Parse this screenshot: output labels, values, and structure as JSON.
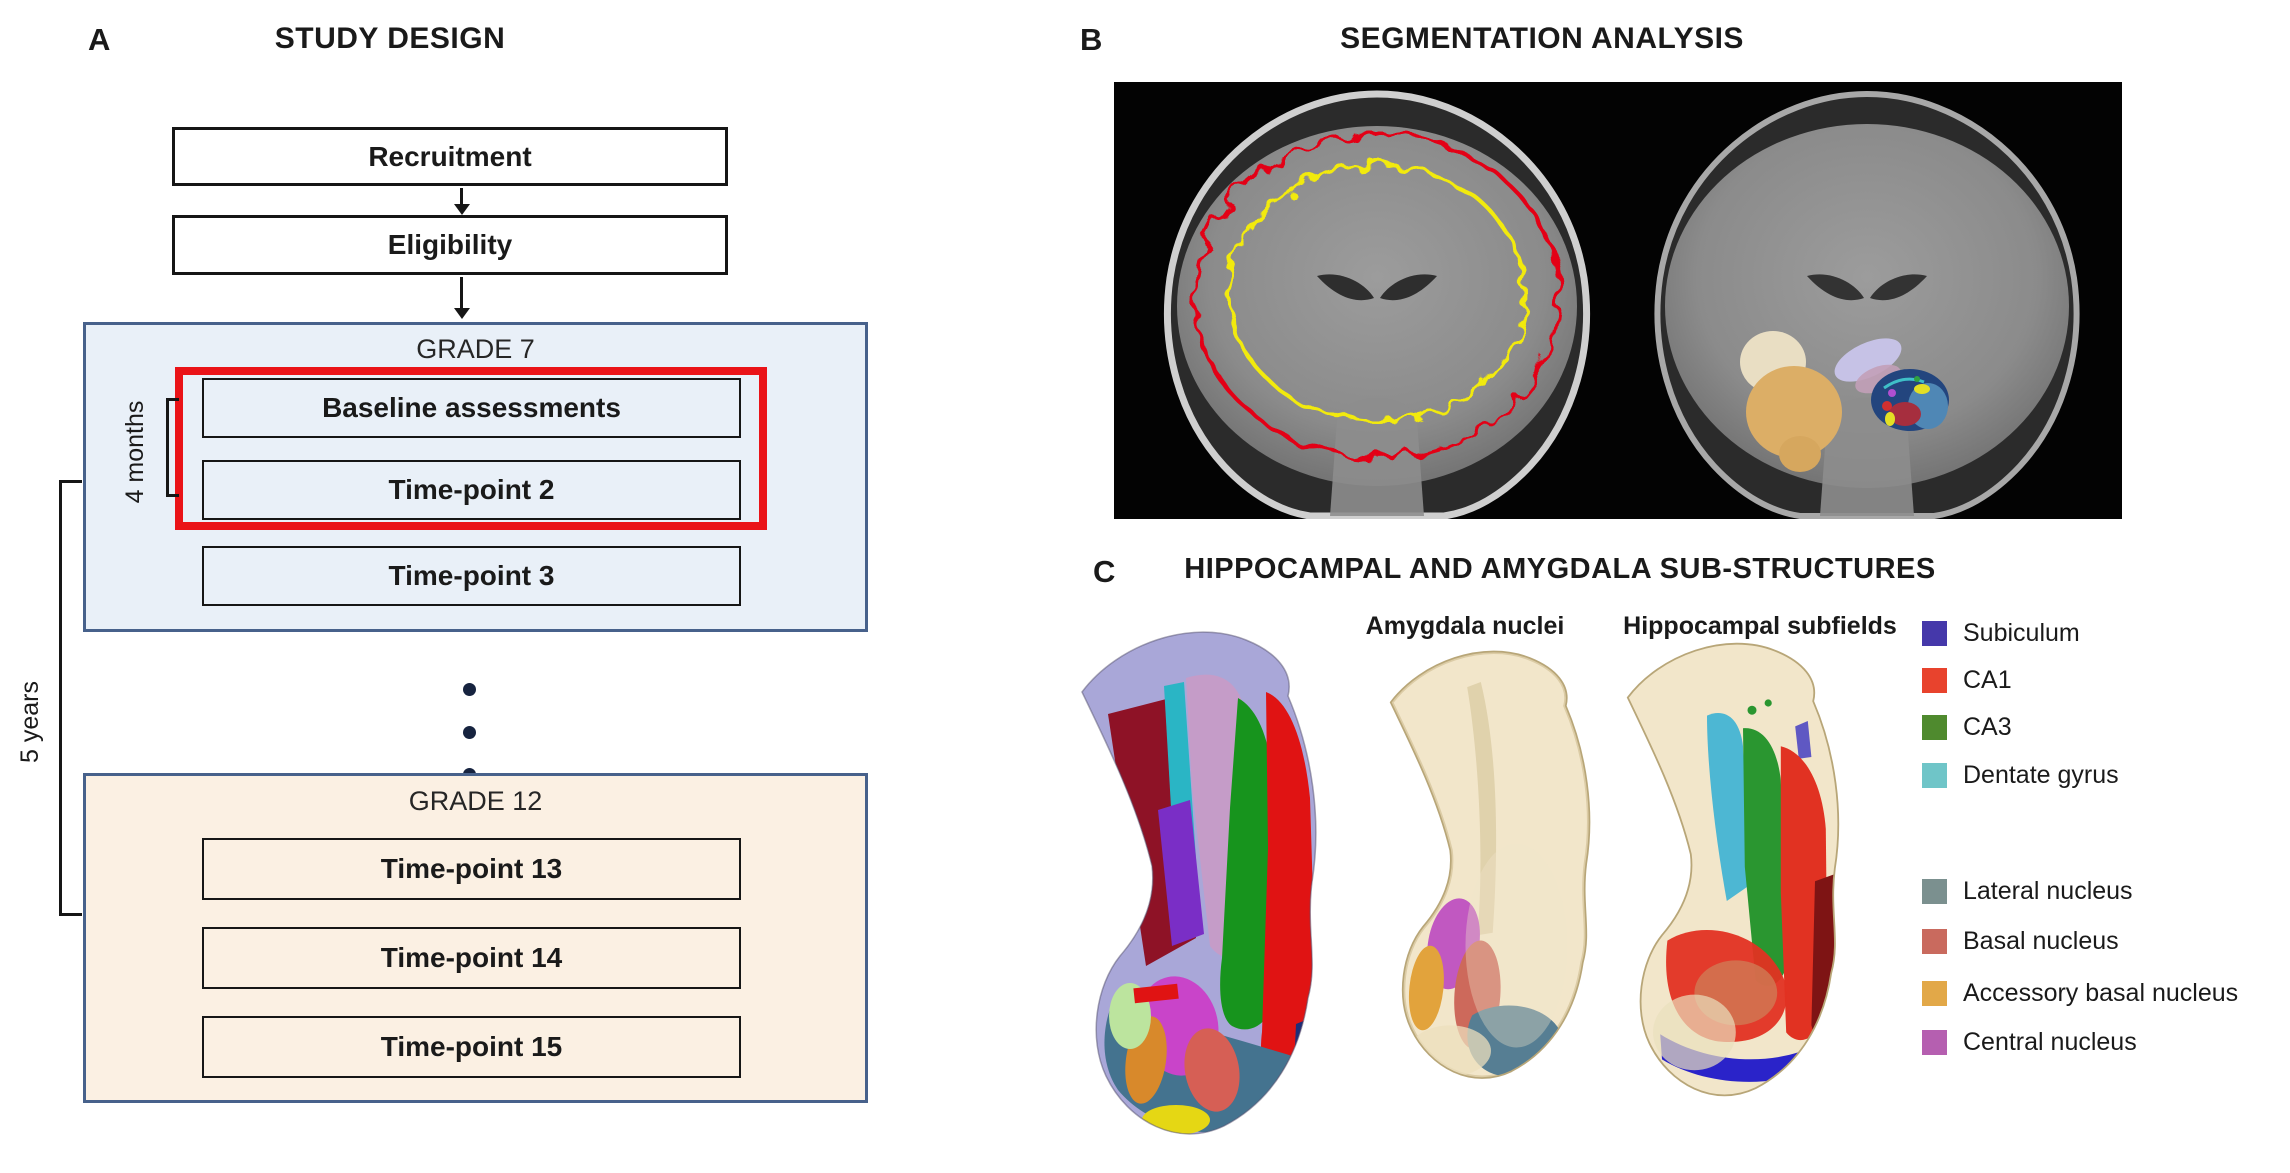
{
  "panel_a": {
    "letter": "A",
    "title": "STUDY DESIGN",
    "recruitment": "Recruitment",
    "eligibility": "Eligibility",
    "grade7": {
      "title": "GRADE 7",
      "items": [
        "Baseline assessments",
        "Time-point 2",
        "Time-point 3"
      ]
    },
    "grade12": {
      "title": "GRADE 12",
      "items": [
        "Time-point 13",
        "Time-point 14",
        "Time-point 15"
      ]
    },
    "bracket_short": "4 months",
    "bracket_long": "5 years"
  },
  "panel_b": {
    "letter": "B",
    "title": "SEGMENTATION ANALYSIS"
  },
  "panel_c": {
    "letter": "C",
    "title": "HIPPOCAMPAL AND AMYGDALA SUB-STRUCTURES",
    "sublabel_amygdala": "Amygdala nuclei",
    "sublabel_hippocampus": "Hippocampal subfields",
    "legend_hippocampal": [
      {
        "label": "Subiculum",
        "color": "#4538aa"
      },
      {
        "label": "CA1",
        "color": "#e8432d"
      },
      {
        "label": "CA3",
        "color": "#4f8a2e"
      },
      {
        "label": "Dentate gyrus",
        "color": "#6fc5c8"
      }
    ],
    "legend_amygdala": [
      {
        "label": "Lateral nucleus",
        "color": "#7b908f"
      },
      {
        "label": "Basal nucleus",
        "color": "#c96a5e"
      },
      {
        "label": "Accessory basal nucleus",
        "color": "#e2a848"
      },
      {
        "label": "Central nucleus",
        "color": "#b55fb0"
      }
    ]
  },
  "colors": {
    "grade7_fill": "#e9f0f8",
    "grade12_fill": "#fbf0e3",
    "container_border": "#47618b",
    "highlight_red": "#ea1318",
    "contour_pial": "#e30613",
    "contour_white_matter": "#f2ea0a"
  }
}
